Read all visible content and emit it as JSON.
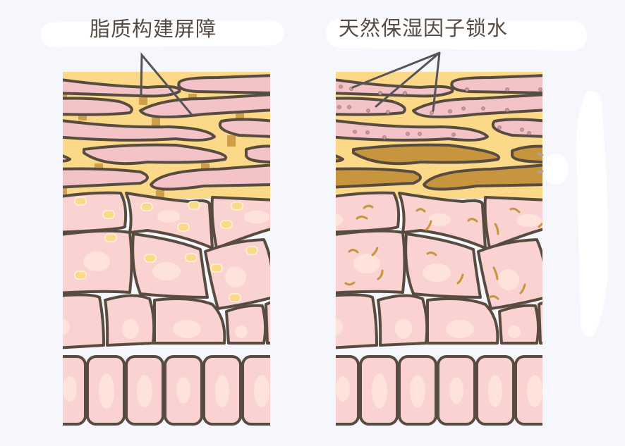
{
  "diagram": {
    "type": "skin-layer-comparison",
    "background": "#f5f7fd",
    "colors": {
      "outline": "#574c3f",
      "lipid_matrix": "#fcd889",
      "corneocyte_pink": "#f3c3c8",
      "cell_pink": "#f9d2d1",
      "nucleus": "#fde3da",
      "lipid_droplet": "#fcd889",
      "nmf_brown": "#c8953f",
      "pointer_line": "#555458",
      "text": "#554b42"
    },
    "panels": [
      {
        "id": "left",
        "label": "脂质构建屏障",
        "annotation": "lipid-barrier",
        "features": [
          "lipid-bridges-between-corneocytes",
          "yellow-lipid-droplets-in-cells"
        ]
      },
      {
        "id": "right",
        "label": "天然保湿因子锁水",
        "annotation": "natural-moisturizing-factor",
        "features": [
          "dotted-nmf-in-corneocytes",
          "brown-filled-corneocytes",
          "squiggle-nmf-in-cells"
        ]
      }
    ]
  }
}
